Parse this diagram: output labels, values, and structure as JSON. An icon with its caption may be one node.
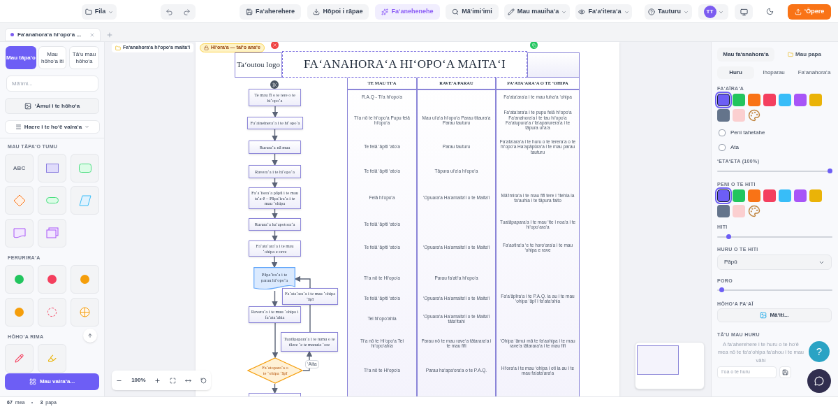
{
  "diagram": {
    "nodes": [
      {
        "text": [
          "Ta‘outou logo"
        ]
      },
      {
        "text": [
          "FA‘ANAHORA‘A HI‘OPO‘A MAITA‘I"
        ]
      },
      {
        "text": [],
        "shape": "box"
      },
      {
        "text": [
          "Te mau fī o te tere o te hi‘opo‘a"
        ]
      },
      {
        "text": [
          "Fa‘aineinera‘a i te hi‘opo‘a"
        ]
      },
      {
        "text": [
          "Rurura‘a nā mua"
        ]
      },
      {
        "text": [
          "Ravera‘a i te hi‘opo‘a"
        ]
      },
      {
        "text": [
          "Fa‘a‘itera‘a pāpū i te mau ta‘a-ē – Pāpa‘ira‘a i te mau ‘ohipa"
        ]
      },
      {
        "text": [
          "Rurura‘a ha‘apotora‘a"
        ]
      },
      {
        "text": [
          "Fa‘ata‘ara‘a i te mau ‘ohipa e rave"
        ]
      },
      {
        "text": [
          "Pāpa‘ira‘a i te parau hi‘opo‘a"
        ]
      },
      {
        "text": [
          "Ravera‘a i te mau ‘ohipa i fa‘ata‘ahia"
        ]
      },
      {
        "text": [
          "Fa‘ata‘ara‘a i te mau ‘ohipa ‘āpī"
        ]
      },
      {
        "text": [
          "Tuatāpapara‘a i te tumu o te tāere ‘e te manuia ‘ore"
        ]
      },
      {
        "text": [
          "Fa‘atopara‘a o te ‘ohipa ‘āpī"
        ]
      },
      {
        "text": [],
        "shape": "box"
      }
    ],
    "edges": [
      {
        "from": 3,
        "to": 4,
        "arrow": "to"
      },
      {
        "from": 4,
        "to": 5,
        "arrow": "to"
      },
      {
        "from": 5,
        "to": 6,
        "arrow": "to"
      },
      {
        "from": 6,
        "to": 7,
        "arrow": "to"
      },
      {
        "from": 7,
        "to": 8,
        "arrow": "to"
      },
      {
        "from": 8,
        "to": 9,
        "arrow": "to"
      },
      {
        "from": 9,
        "to": 10,
        "arrow": "to"
      },
      {
        "from": 10,
        "to": 11,
        "arrow": "to"
      },
      {
        "from": 11,
        "to": 14,
        "arrow": "to"
      },
      {
        "from": 14,
        "to": 13,
        "arrow": "to",
        "label": "‘Aita"
      },
      {
        "from": 13,
        "to": 12,
        "arrow": "to"
      },
      {
        "from": 12,
        "to": 10,
        "arrow": "to"
      },
      {
        "from": 14,
        "to": 15,
        "arrow": "to"
      }
    ],
    "labels": [
      "Fila",
      "Fa‘aherehere",
      "Hōpoi i rāpae",
      "Fa‘anehenehe",
      "Mā‘imi‘imi",
      "Mau mauiha‘a",
      "Fa‘a‘itera‘a",
      "Tauturu",
      "TT",
      "‘Ōpere",
      "Fa‘anahora‘a hi‘opo‘a ...",
      "Mau tāpa‘o",
      "Mau hōho‘a iti",
      "Tā‘u mau hōho‘a",
      "Mā‘imi...",
      "‘Āmui i te hōho‘a",
      "Haere i te ho‘ē vaira‘a",
      "MAU TĀPA‘O TUMU",
      "ABC",
      "FERURIRA‘A",
      "HŌHO‘A RIMA",
      "Mau vaira‘a...",
      "Fa‘anahora‘a hi‘opo‘a maita‘i",
      "Hi‘ora‘a — tai‘o ana‘e",
      "TE MAU TI‘A",
      "RAVE‘A/PARAU",
      "FA‘ATA‘ARA‘A O TE ‘OHIPA",
      "R.A.Q - Ti‘a hi‘opo‘a",
      "Fa‘ata‘ara‘a i te mau tuha‘a ‘ohipa",
      "Ti‘a nō te hi‘opo‘a Pupu feiā hi‘opo‘a",
      "Mau ui‘a‘a hi‘opo‘a Parau titaura‘a Parau tauturu",
      "Fa‘ata‘ara‘a i te pupu feiā hi‘opo‘a Fa‘anahora‘a i te tau hi‘opo‘a Fa‘atupura‘a / fa‘aparurera‘a i te tāpura ui‘a‘a",
      "Te feiā ‘āpiti ‘ato‘a",
      "Parau tauturu",
      "Fa‘ata‘ara‘a i te huru o te terera‘a o te hi‘opo‘a Ha‘apāpūra‘a i te mau parau tauturu",
      "Te feiā ‘āpiti ‘ato‘a",
      "Tāpura ui‘a‘a hi‘opo‘a",
      "Feiā hi‘opo‘a",
      "‘Opuara‘a Ha‘amaita‘i o te Maita‘i",
      "Mā‘imira‘a i te mau fifi tere i ‘itehia ia fa‘auhia i te tāpura faito",
      "Te feiā ‘āpiti ‘ato‘a",
      "Tuatāpapara‘a i te mau ‘ite i noa‘a i te hi‘opo‘ara‘a",
      "Te feiā ‘āpiti ‘ato‘a",
      "‘Opuara‘a Ha‘amaita‘i o te Maita‘i",
      "Fa‘aotira‘a ‘e te horo‘ara‘a i te mau ‘ohipa e rave",
      "Ti‘a nō te Hi‘opo‘a",
      "Parau fa‘ati‘a hi‘opo‘a",
      "Te feiā ‘āpiti ‘ato‘a",
      "‘Opuara‘a Ha‘amaita‘i o te Maita‘i",
      "Fa‘a‘āpīra‘a i te P.A.Q. ia au i te mau ‘ohipa ‘āpī i fa‘ata‘ahia",
      "Tei hi‘opo‘ahia",
      "‘Opuara‘a Ha‘amaita‘i o te Maita‘i tāta‘itahi",
      "Ti‘a nō te Hi‘opo‘a Tei hi‘opo‘ahia",
      "Parau nō te mau rave‘a tātarara‘a i te mau fifi",
      "‘Ohipa ‘āmui mā te fa‘aohipa i te mau rave‘a tātarara‘a i te mau fifi",
      "Ti‘a nō te Hi‘opo‘a",
      "Parau ha‘apa‘ora‘a o te P.A.Q.",
      "Hi‘ora‘a i te mau ‘ohipa i oti ia au i te mau fa‘ata‘ara‘a",
      "100%",
      "Mau fa‘anahora‘a",
      "Mau papa",
      "Huru",
      "Ihoparau",
      "Fa‘anahora‘a",
      "FA‘AĪRA‘A",
      "Peni tahetahe",
      "Ata",
      "‘ETA‘ETA (100%)",
      "PENI O TE HITI",
      "HITI",
      "HURU O TE HITI",
      "Pāpū",
      "PORO",
      "HŌHO‘A FA‘AĪ",
      "Mā‘iti...",
      "TĀ‘U MAU HURU",
      "A fa‘aherehere i te huru o te ho‘ē mea nō te fa‘a‘ohipa fa‘ahou i te mau vāhi",
      "I‘oa o te huru",
      "?",
      "67",
      "mea",
      "3",
      "papa"
    ]
  }
}
